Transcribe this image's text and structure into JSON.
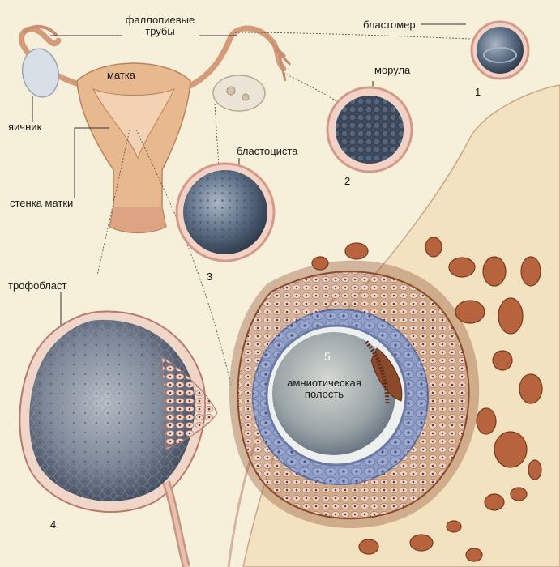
{
  "labels": {
    "fallopian_tubes": "фаллопиевые\nтрубы",
    "uterus": "матка",
    "ovary": "яичник",
    "uterine_wall": "стенка матки",
    "blastomere": "бластомер",
    "morula": "морула",
    "blastocyst": "бластоциста",
    "trophoblast": "трофобласт",
    "amniotic_cavity": "амниотическая\nполость"
  },
  "stages": {
    "s1": "1",
    "s2": "2",
    "s3": "3",
    "s4": "4",
    "s5": "5"
  },
  "colors": {
    "background": "#f6efd9",
    "tissue": "#f3e2bf",
    "uterus": "#e8b88f",
    "cell_dark": "#5d6f86",
    "cell_ring": "#d9a08e",
    "brown": "#8b4a2b",
    "amnion_blue": "#8f9ec4"
  }
}
